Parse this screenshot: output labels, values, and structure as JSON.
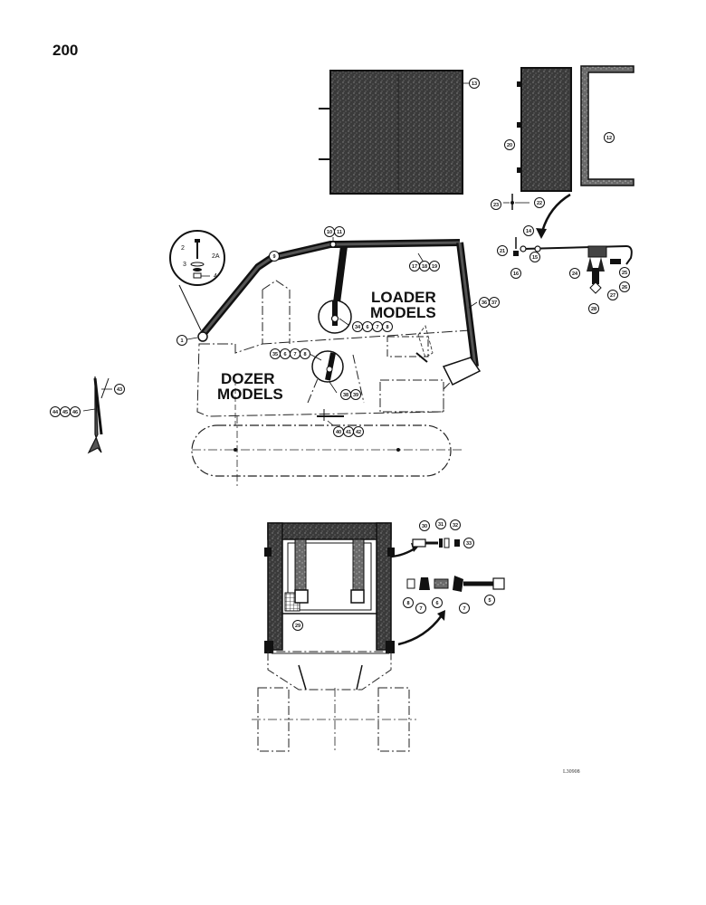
{
  "page": {
    "number": "200"
  },
  "labels": {
    "loader_line1": "LOADER",
    "loader_line2": "MODELS",
    "dozer_line1": "DOZER",
    "dozer_line2": "MODELS"
  },
  "figure_ref": "L30908",
  "callouts": {
    "c1": "1",
    "c2": "2",
    "c2a": "2A",
    "c3": "3",
    "c4": "4",
    "c5": "5",
    "c6": "6",
    "c6b": "6",
    "c7": "7",
    "c7b": "7",
    "c7c": "7",
    "c8": "8",
    "c8b": "8",
    "c9": "9",
    "c10": "10",
    "c11": "11",
    "c12": "12",
    "c13": "13",
    "c14": "14",
    "c15": "15",
    "c16": "16",
    "c17": "17",
    "c18": "18",
    "c19": "19",
    "c20": "20",
    "c21": "21",
    "c22": "22",
    "c23": "23",
    "c24": "24",
    "c25": "25",
    "c26": "26",
    "c27": "27",
    "c28": "28",
    "c29": "29",
    "c30": "30",
    "c31": "31",
    "c32": "32",
    "c33": "33",
    "c34": "34",
    "c35": "35",
    "c36": "36",
    "c37": "37",
    "c38": "38",
    "c39": "39",
    "c40": "40",
    "c41": "41",
    "c42": "42",
    "c43": "43",
    "c44": "44",
    "c45": "45",
    "c46": "46"
  }
}
